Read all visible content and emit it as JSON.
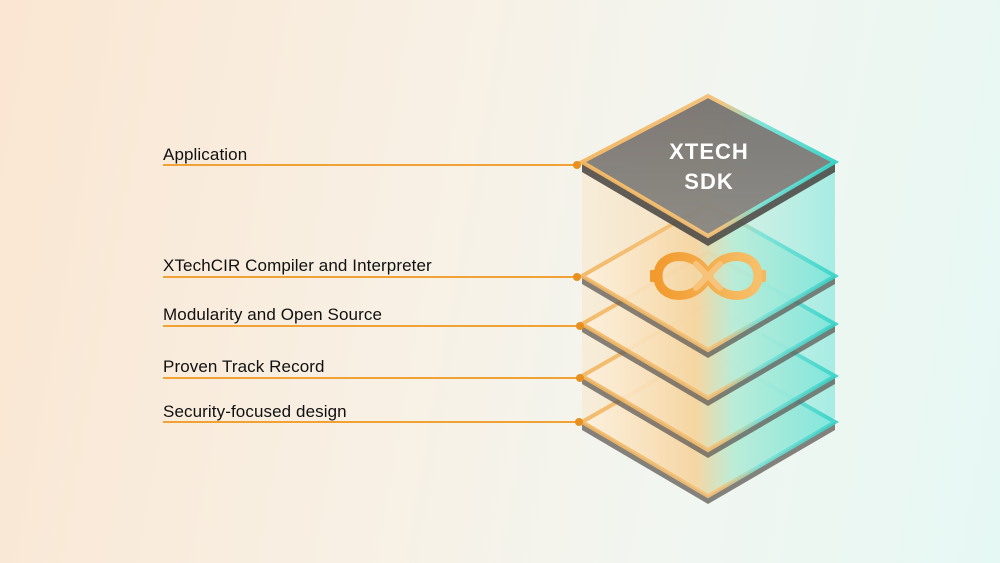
{
  "labels": {
    "application": "Application",
    "compiler": "XTechCIR Compiler and Interpreter",
    "modularity": "Modularity and Open Source",
    "track_record": "Proven Track Record",
    "security": "Security-focused design"
  },
  "sdk": {
    "line1": "XTECH",
    "line2": "SDK"
  },
  "colors": {
    "connector": "#f0a236",
    "dot": "#e8901f",
    "top_layer": "#7d7a76",
    "gradient_warm": "#f5c98a",
    "gradient_cool": "#7ae8dc"
  },
  "icons": {
    "compiler_logo": "infinity-x-logo-icon"
  }
}
